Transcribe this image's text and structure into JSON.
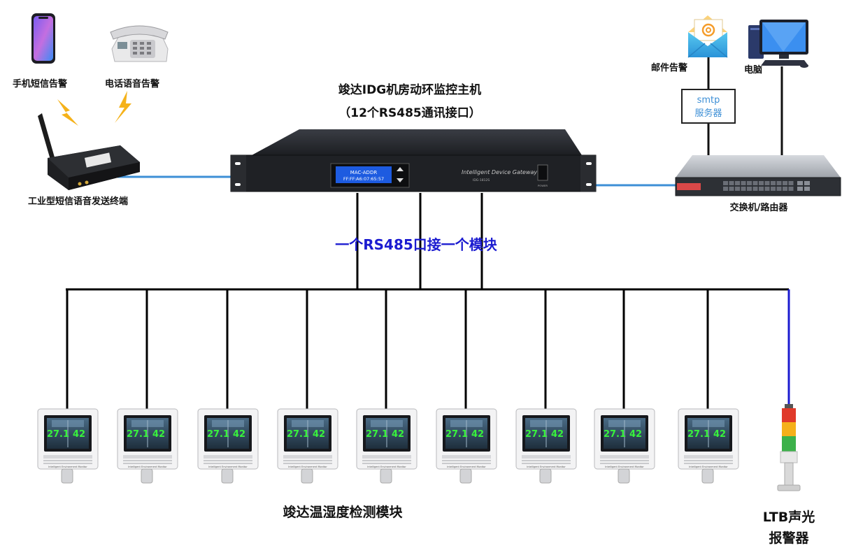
{
  "labels": {
    "sms_alarm": "手机短信告警",
    "phone_alarm": "电话语音告警",
    "gsm_terminal": "工业型短信语音发送终端",
    "host_title_1": "竣达IDG机房动环监控主机",
    "host_title_2": "（12个RS485通讯接口）",
    "email_alarm": "邮件告警",
    "computer": "电脑",
    "smtp_1": "smtp",
    "smtp_2": "服务器",
    "switch": "交换机/路由器",
    "rs485_note": "一个RS485口接一个模块",
    "modules": "竣达温湿度检测模块",
    "ltb_1": "LTB声光",
    "ltb_2": "报警器"
  },
  "device": {
    "lcd_line1": "MAC-ADDR",
    "lcd_line2": "FF:FF:A6:07:65:57",
    "brand": "Intelligent Device Gateway",
    "model": "IDG-1812S",
    "power": "POWER"
  },
  "sensor": {
    "temperature": "27.1",
    "humidity": "42",
    "brand": "Intelligent Environment Monitor"
  },
  "colors": {
    "bus_line": "#000000",
    "ethernet_line": "#3d8fd6",
    "note_text": "#1b1bd0",
    "smtp_text": "#3d8fd6",
    "alarm_line": "#1b1bd0"
  },
  "module_count": 9
}
